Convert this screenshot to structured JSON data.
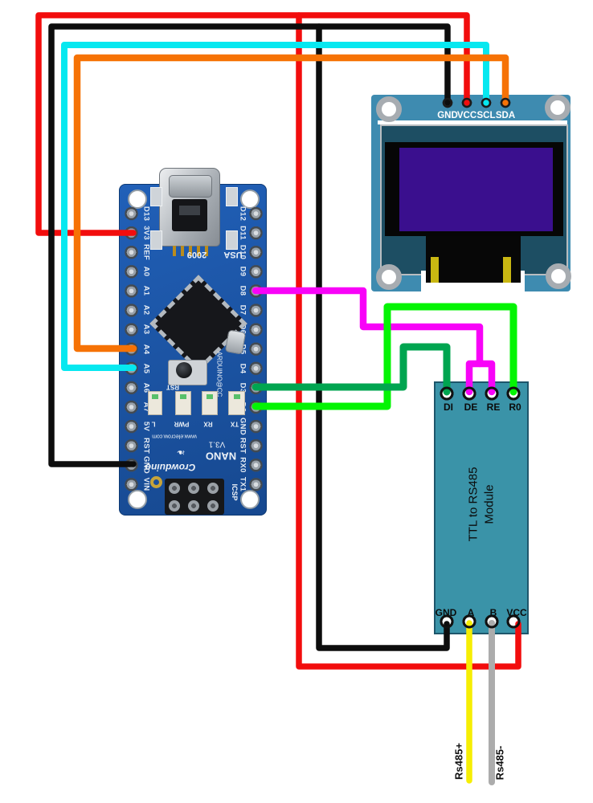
{
  "oled": {
    "pin_labels": [
      "GND",
      "VCC",
      "SCL",
      "SDA"
    ]
  },
  "arduino": {
    "left_pin_labels": [
      "D13",
      "3V3",
      "REF",
      "A0",
      "A1",
      "A2",
      "A3",
      "A4",
      "A5",
      "A6",
      "A7",
      "5V",
      "RST",
      "GND",
      "VIN"
    ],
    "right_pin_labels": [
      "D12",
      "D11",
      "D10",
      "D9",
      "D8",
      "D7",
      "D6",
      "D5",
      "D4",
      "D3",
      "D2",
      "GND",
      "RST",
      "RX0",
      "TX1"
    ],
    "led_labels": [
      "L",
      "PWR",
      "RX",
      "TX"
    ],
    "silk": {
      "year": "2009",
      "region": "USA",
      "reset": "RST",
      "url": "www.elecrow.com",
      "version": "V3.1",
      "model": "NANO",
      "brand": "Crowduino",
      "icsp": "ICSP",
      "side": "ARDUINO@CC",
      "logo_glyph": "❧"
    }
  },
  "rs485": {
    "title_line1": "TTL to RS485",
    "title_line2": "Module",
    "top_pin_labels": [
      "DI",
      "DE",
      "RE",
      "R0"
    ],
    "bottom_pin_labels": [
      "GND",
      "A",
      "B",
      "VCC"
    ]
  },
  "bus_labels": {
    "a_plus": "Rs485+",
    "b_minus": "Rs485-"
  },
  "wires": {
    "red": {
      "color": "#f20d0d",
      "net": "Arduino 3V3 to OLED VCC and RS485 VCC"
    },
    "black": {
      "color": "#0d0d0d",
      "net": "Arduino GND to OLED GND and RS485 GND"
    },
    "cyan": {
      "color": "#06e8f0",
      "net": "Arduino A5 to OLED SCL"
    },
    "orange": {
      "color": "#f67205",
      "net": "Arduino A4 to OLED SDA"
    },
    "magenta": {
      "color": "#f803f8",
      "net": "Arduino D8 to RS485 DE and RE"
    },
    "green": {
      "color": "#04f404",
      "net": "Arduino D2 to RS485 R0"
    },
    "dark_green": {
      "color": "#00a550",
      "net": "Arduino D3 to RS485 DI"
    },
    "yellow": {
      "color": "#f6ee04",
      "net": "RS485 A to Rs485+"
    },
    "gray": {
      "color": "#acacac",
      "net": "RS485 B to Rs485-"
    }
  }
}
